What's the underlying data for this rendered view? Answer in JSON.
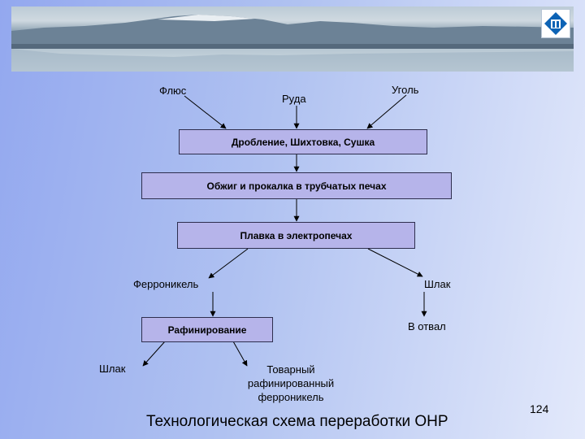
{
  "inputs": {
    "flux": "Флюс",
    "ore": "Руда",
    "coal": "Уголь"
  },
  "steps": {
    "crushing": "Дробление, Шихтовка, Сушка",
    "roasting": "Обжиг и прокалка в трубчатых печах",
    "smelting": "Плавка в электропечах",
    "refining": "Рафинирование"
  },
  "outputs": {
    "ferronickel": "Ферроникель",
    "slag": "Шлак",
    "dump": "В отвал",
    "refining_slag": "Шлак",
    "commercial_ferronickel": "Товарный рафинированный ферроникель"
  },
  "footer": {
    "title": "Технологическая схема переработки ОНР",
    "page_number": "124"
  }
}
